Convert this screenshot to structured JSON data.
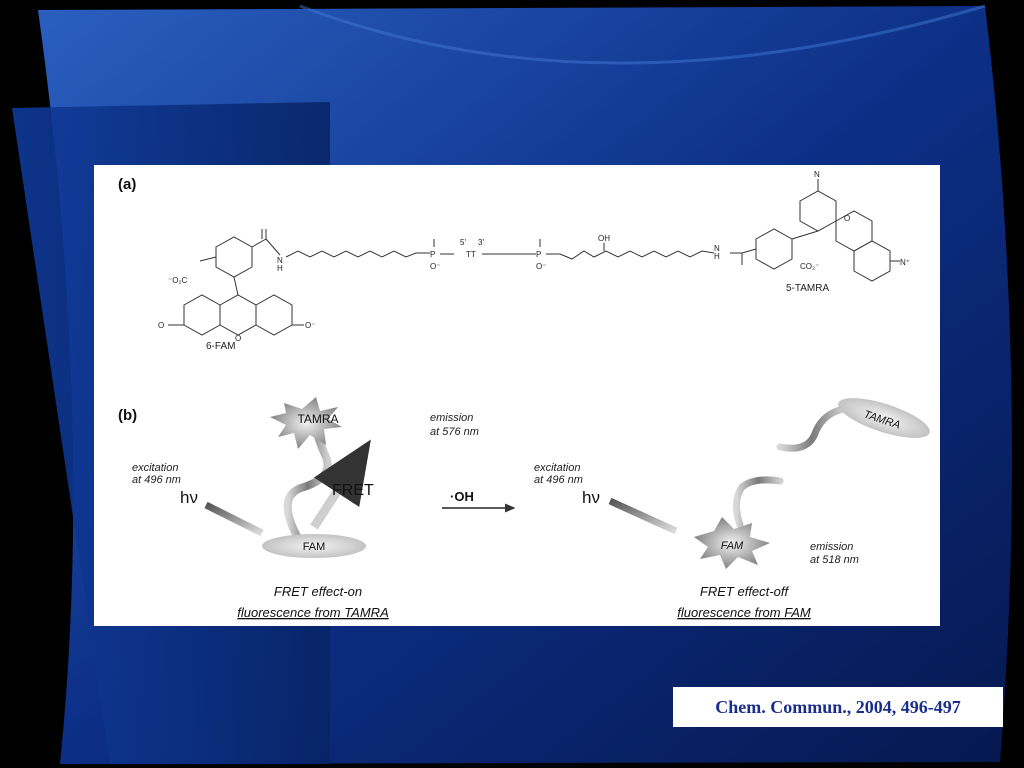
{
  "slide": {
    "citation": "Chem. Commun., 2004, 496-497",
    "background_color": "#0a2a78",
    "accent_color": "#1f4fb0"
  },
  "panel_a": {
    "label": "(a)",
    "fam_name": "6-FAM",
    "tamra_name": "5-TAMRA",
    "atoms": {
      "o2c": "⁻O₂C",
      "o_left": "O",
      "o_minus": "O⁻",
      "o_ring": "O",
      "nh_left": "N",
      "h_left": "H",
      "p1": "P",
      "p2": "P",
      "o_neg1": "O⁻",
      "o_neg2": "O⁻",
      "tt": "TT",
      "five_prime": "5'",
      "three_prime": "3'",
      "oh": "OH",
      "nh_right": "N",
      "h_right": "H",
      "co2": "CO₂⁻",
      "n_plus": "N⁺",
      "n_top": "N",
      "o_tamra": "O"
    }
  },
  "panel_b": {
    "label": "(b)",
    "tamra_label": "TAMRA",
    "fam_label": "FAM",
    "emission_576_line1": "emission",
    "emission_576_line2": "at 576 nm",
    "excitation_line1": "excitation",
    "excitation_line2": "at 496 nm",
    "hv": "hν",
    "fret_label": "FRET",
    "arrow_label": "·OH",
    "emission_518_line1": "emission",
    "emission_518_line2": "at 518 nm",
    "caption_on_line1": "FRET effect-on",
    "caption_on_line2": "fluorescence from TAMRA",
    "caption_off_line1": "FRET effect-off",
    "caption_off_line2": "fluorescence from FAM"
  }
}
